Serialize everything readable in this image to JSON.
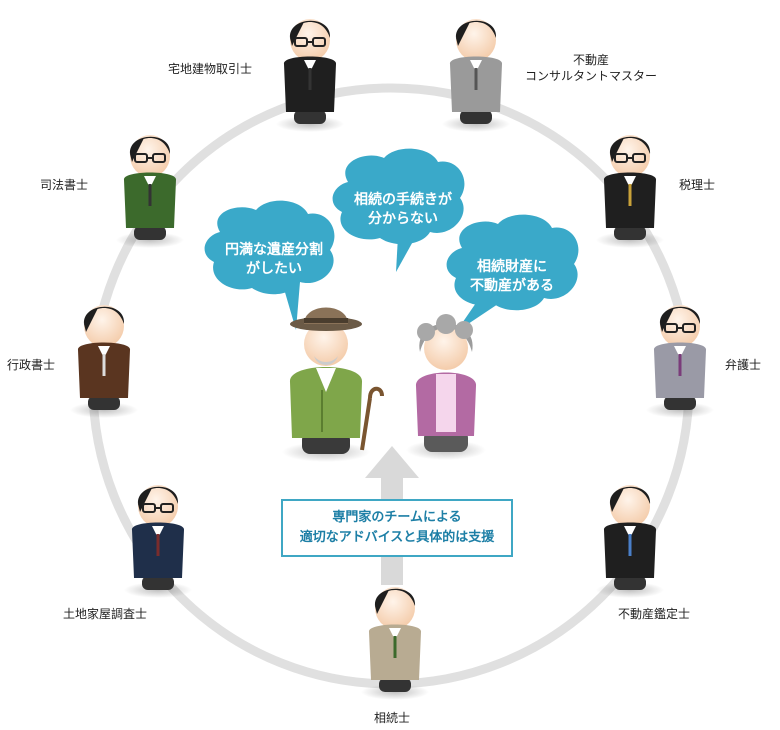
{
  "professionals": {
    "real_estate_agent": "宅地建物取引士",
    "consultant_line1": "不動産",
    "consultant_line2": "コンサルタントマスター",
    "judicial_scrivener": "司法書士",
    "tax_accountant": "税理士",
    "administrative_scrivener": "行政書士",
    "lawyer": "弁護士",
    "land_surveyor": "土地家屋調査士",
    "appraiser": "不動産鑑定士",
    "heir": "相続士"
  },
  "bubbles": {
    "left_line1": "円満な遺産分割",
    "left_line2": "がしたい",
    "center_line1": "相続の手続きが",
    "center_line2": "分からない",
    "right_line1": "相続財産に",
    "right_line2": "不動産がある"
  },
  "team_box": {
    "line1": "専門家のチームによる",
    "line2": "適切なアドバイスと具体的は支援"
  },
  "colors": {
    "circle": "#e0e0e0",
    "bubble": "#3aa9c9",
    "box_border": "#3fa7c4",
    "box_text": "#1d7fa6",
    "arrow": "#d9d9d9"
  }
}
